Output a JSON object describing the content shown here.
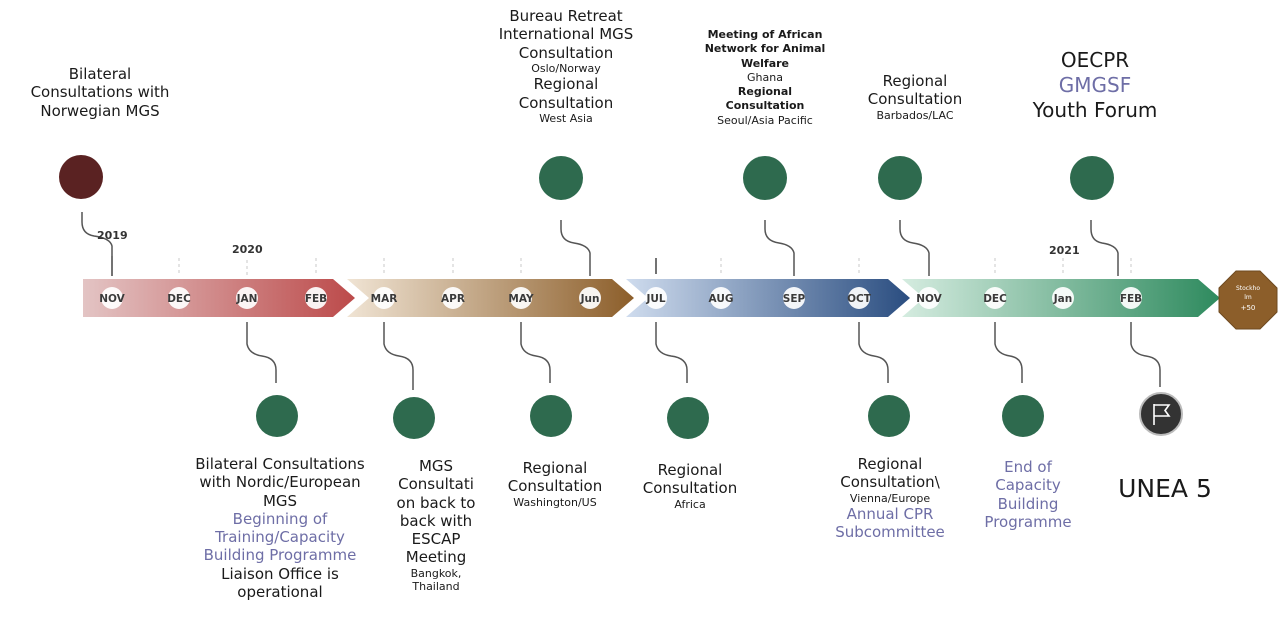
{
  "years": [
    "2019",
    "2020",
    "2021"
  ],
  "months": [
    "NOV",
    "DEC",
    "JAN",
    "FEB",
    "MAR",
    "APR",
    "MAY",
    "Jun",
    "JUL",
    "AUG",
    "SEP",
    "OCT",
    "NOV",
    "DEC",
    "Jan",
    "FEB"
  ],
  "end_marker": {
    "line1": "Stockho",
    "line2": "lm",
    "line3": "+50"
  },
  "colors": {
    "seg1_from": "#e3c4c4",
    "seg1_to": "#bc4a4a",
    "seg2_from": "#f0e4d4",
    "seg2_to": "#8c5e2a",
    "seg3_from": "#cfdcee",
    "seg3_to": "#2a4d80",
    "seg4_from": "#d5ece0",
    "seg4_to": "#2e8a5e",
    "dot_green": "#2e6a4e",
    "dot_red": "#5a2222",
    "octagon": "#8c5e2a",
    "flag_dot": "#333333"
  },
  "top": {
    "nov19": {
      "l1": "Bilateral",
      "l2": "Consultations with",
      "l3": "Norwegian MGS"
    },
    "jun": {
      "l1": "Bureau Retreat",
      "l2": "International MGS",
      "l3": "Consultation",
      "l4": "Oslo/Norway",
      "l5": "Regional",
      "l6": "Consultation",
      "l7": "West Asia"
    },
    "sep": {
      "l1": "Meeting of African",
      "l2": "Network for Animal",
      "l3": "Welfare",
      "l4": "Ghana",
      "l5": "Regional",
      "l6": "Consultation",
      "l7": "Seoul/Asia Pacific"
    },
    "nov20": {
      "l1": "Regional",
      "l2": "Consultation",
      "l3": "Barbados/LAC"
    },
    "feb21": {
      "l1": "OECPR",
      "l2": "GMGSF",
      "l3": "Youth Forum"
    }
  },
  "bottom": {
    "jan": {
      "l1": "Bilateral Consultations",
      "l2": "with Nordic/European",
      "l3": "MGS",
      "l4": "Beginning of",
      "l5": "Training/Capacity",
      "l6": "Building Programme",
      "l7": "Liaison Office is",
      "l8": "operational"
    },
    "mar": {
      "l1": "MGS",
      "l2": "Consultati",
      "l3": "on back to",
      "l4": "back with",
      "l5": "ESCAP",
      "l6": "Meeting",
      "l7": "Bangkok,",
      "l8": "Thailand"
    },
    "may": {
      "l1": "Regional",
      "l2": "Consultation",
      "l3": "Washington/US"
    },
    "jul": {
      "l1": "Regional",
      "l2": "Consultation",
      "l3": "Africa"
    },
    "oct": {
      "l1": "Regional",
      "l2": "Consultation\\",
      "l3": "Vienna/Europe",
      "l4": "Annual CPR",
      "l5": "Subcommittee"
    },
    "dec": {
      "l1": "End of",
      "l2": "Capacity",
      "l3": "Building",
      "l4": "Programme"
    },
    "feb": {
      "l1": "UNEA 5"
    }
  }
}
